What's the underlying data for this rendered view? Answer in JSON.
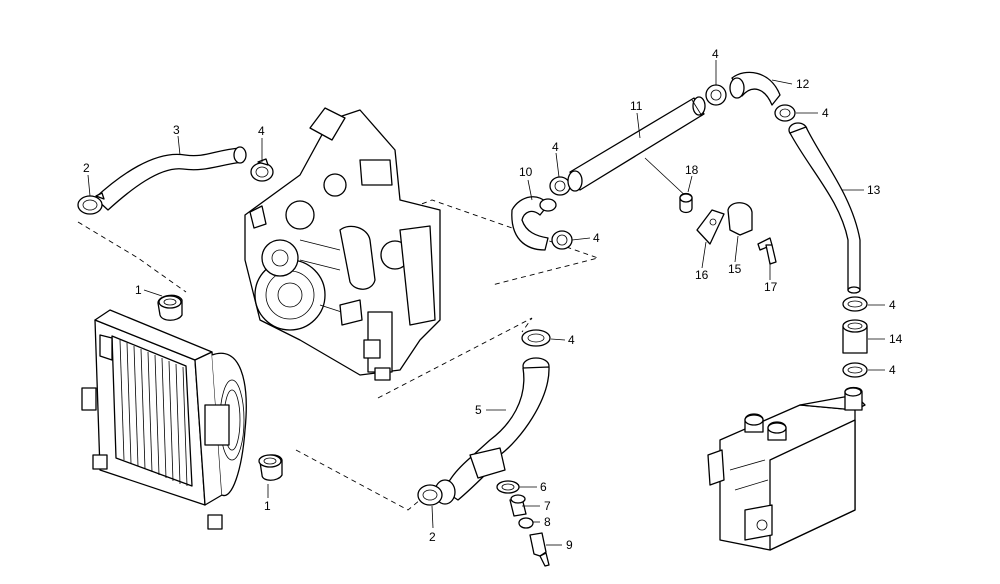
{
  "callouts": [
    {
      "id": "c1a",
      "text": "1"
    },
    {
      "id": "c1b",
      "text": "1"
    },
    {
      "id": "c2a",
      "text": "2"
    },
    {
      "id": "c2b",
      "text": "2"
    },
    {
      "id": "c3",
      "text": "3"
    },
    {
      "id": "c4a",
      "text": "4"
    },
    {
      "id": "c4b",
      "text": "4"
    },
    {
      "id": "c4c",
      "text": "4"
    },
    {
      "id": "c4d",
      "text": "4"
    },
    {
      "id": "c4e",
      "text": "4"
    },
    {
      "id": "c4f",
      "text": "4"
    },
    {
      "id": "c4g",
      "text": "4"
    },
    {
      "id": "c4h",
      "text": "4"
    },
    {
      "id": "c5",
      "text": "5"
    },
    {
      "id": "c6",
      "text": "6"
    },
    {
      "id": "c7",
      "text": "7"
    },
    {
      "id": "c8",
      "text": "8"
    },
    {
      "id": "c9",
      "text": "9"
    },
    {
      "id": "c10",
      "text": "10"
    },
    {
      "id": "c11",
      "text": "11"
    },
    {
      "id": "c12",
      "text": "12"
    },
    {
      "id": "c13",
      "text": "13"
    },
    {
      "id": "c14",
      "text": "14"
    },
    {
      "id": "c15",
      "text": "15"
    },
    {
      "id": "c16",
      "text": "16"
    },
    {
      "id": "c17",
      "text": "17"
    },
    {
      "id": "c18",
      "text": "18"
    }
  ]
}
